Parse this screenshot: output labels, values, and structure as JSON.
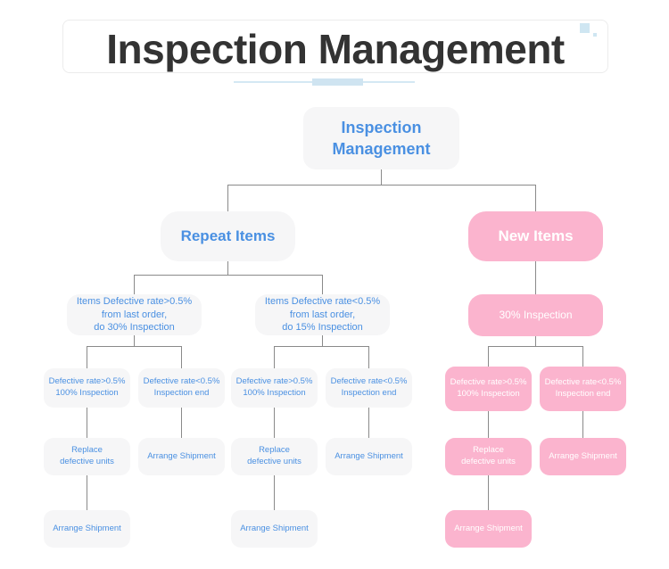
{
  "header": {
    "title": "Inspection Management",
    "decor": {
      "square_large_color": "#cfe6f2",
      "square_small_color": "#cfe6f2",
      "rule_color": "#d4e8f4"
    }
  },
  "theme": {
    "blue_node_bg": "#f6f6f7",
    "blue_node_text": "#4a90e2",
    "pink_node_bg": "#fbb4ce",
    "pink_node_text": "#ffffff",
    "connector_color": "#8a8a8a",
    "title_text": "#333333",
    "page_bg": "#ffffff"
  },
  "diagram": {
    "type": "flowchart-tree",
    "root": {
      "label": "Inspection\nManagement",
      "style": "blue"
    },
    "branches": [
      {
        "id": "repeat-items",
        "label": "Repeat Items",
        "style": "blue",
        "children": [
          {
            "id": "repeat-high-defect",
            "label": "Items Defective rate>0.5%\nfrom last order,\ndo 30% Inspection",
            "style": "blue",
            "children": [
              {
                "id": "repeat-high-over",
                "label": "Defective rate>0.5%\n100% Inspection",
                "style": "blue",
                "children": [
                  {
                    "id": "repeat-high-over-replace",
                    "label": "Replace\ndefective units",
                    "style": "blue",
                    "children": [
                      {
                        "id": "repeat-high-over-ship",
                        "label": "Arrange Shipment",
                        "style": "blue",
                        "children": []
                      }
                    ]
                  }
                ]
              },
              {
                "id": "repeat-high-under",
                "label": "Defective rate<0.5%\nInspection end",
                "style": "blue",
                "children": [
                  {
                    "id": "repeat-high-under-ship",
                    "label": "Arrange Shipment",
                    "style": "blue",
                    "children": []
                  }
                ]
              }
            ]
          },
          {
            "id": "repeat-low-defect",
            "label": "Items Defective rate<0.5%\nfrom last order,\ndo 15% Inspection",
            "style": "blue",
            "children": [
              {
                "id": "repeat-low-over",
                "label": "Defective rate>0.5%\n100% Inspection",
                "style": "blue",
                "children": [
                  {
                    "id": "repeat-low-over-replace",
                    "label": "Replace\ndefective units",
                    "style": "blue",
                    "children": [
                      {
                        "id": "repeat-low-over-ship",
                        "label": "Arrange Shipment",
                        "style": "blue",
                        "children": []
                      }
                    ]
                  }
                ]
              },
              {
                "id": "repeat-low-under",
                "label": "Defective rate<0.5%\nInspection end",
                "style": "blue",
                "children": [
                  {
                    "id": "repeat-low-under-ship",
                    "label": "Arrange Shipment",
                    "style": "blue",
                    "children": []
                  }
                ]
              }
            ]
          }
        ]
      },
      {
        "id": "new-items",
        "label": "New Items",
        "style": "pink",
        "children": [
          {
            "id": "new-30-inspection",
            "label": "30% Inspection",
            "style": "pink",
            "children": [
              {
                "id": "new-over",
                "label": "Defective rate>0.5%\n100% Inspection",
                "style": "pink",
                "children": [
                  {
                    "id": "new-over-replace",
                    "label": "Replace\ndefective units",
                    "style": "pink",
                    "children": [
                      {
                        "id": "new-over-ship",
                        "label": "Arrange Shipment",
                        "style": "pink",
                        "children": []
                      }
                    ]
                  }
                ]
              },
              {
                "id": "new-under",
                "label": "Defective rate<0.5%\nInspection end",
                "style": "pink",
                "children": [
                  {
                    "id": "new-under-ship",
                    "label": "Arrange Shipment",
                    "style": "pink",
                    "children": []
                  }
                ]
              }
            ]
          }
        ]
      }
    ]
  },
  "nodes": {
    "root": "Inspection\nManagement",
    "repeat_items": "Repeat Items",
    "new_items": "New Items",
    "repeat_high": "Items Defective rate>0.5%\nfrom last order,\ndo 30% Inspection",
    "repeat_low": "Items Defective rate<0.5%\nfrom last order,\ndo 15% Inspection",
    "new_30": "30% Inspection",
    "l4_a": "Defective rate>0.5%\n100% Inspection",
    "l4_b": "Defective rate<0.5%\nInspection end",
    "l4_c": "Defective rate>0.5%\n100% Inspection",
    "l4_d": "Defective rate<0.5%\nInspection end",
    "l4_e": "Defective rate>0.5%\n100% Inspection",
    "l4_f": "Defective rate<0.5%\nInspection end",
    "l5_a": "Replace\ndefective units",
    "l5_b": "Arrange Shipment",
    "l5_c": "Replace\ndefective units",
    "l5_d": "Arrange Shipment",
    "l5_e": "Replace\ndefective units",
    "l5_f": "Arrange Shipment",
    "l6_a": "Arrange Shipment",
    "l6_c": "Arrange Shipment",
    "l6_e": "Arrange Shipment"
  }
}
